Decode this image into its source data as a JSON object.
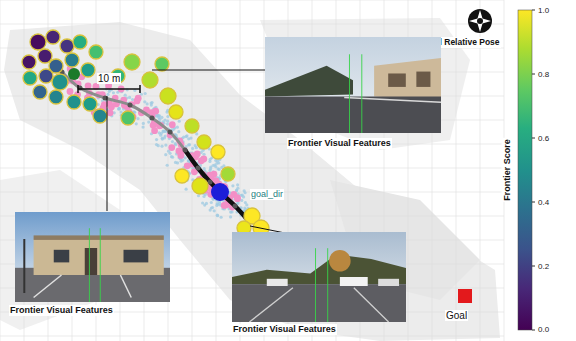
{
  "diagram": {
    "nodes": [
      {
        "text": [
          "Goal Relative Pose"
        ]
      },
      {
        "text": [
          "Frontier Visual Features"
        ]
      },
      {
        "text": [
          "Frontier Visual Features"
        ]
      },
      {
        "text": [
          "Frontier Visual Features"
        ]
      },
      {
        "text": [
          "Goal"
        ]
      }
    ],
    "labels": [
      "10 m",
      "goal_dir",
      "Frontier Score",
      "1.0",
      "0.8",
      "0.6",
      "0.4",
      "0.2",
      "0.0"
    ]
  }
}
